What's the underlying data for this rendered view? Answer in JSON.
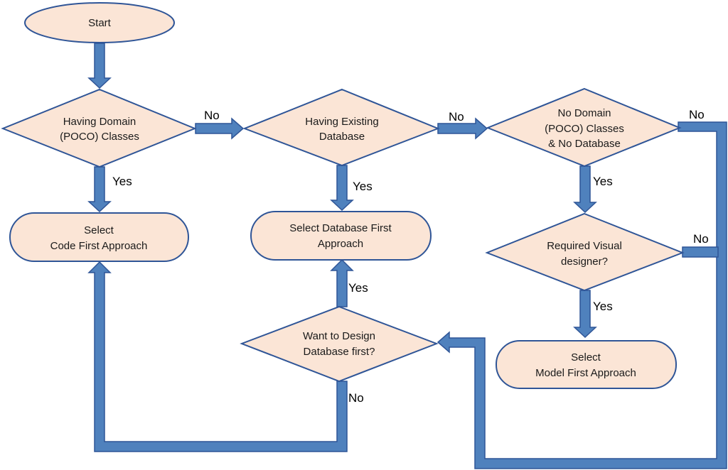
{
  "diagram": {
    "colors": {
      "node_fill": "#fbe5d6",
      "node_stroke": "#2f5597",
      "connector_fill": "#4f81bd",
      "connector_stroke": "#2f5597"
    },
    "nodes": {
      "start": {
        "kind": "terminator",
        "lines": [
          "Start"
        ]
      },
      "has_domain": {
        "kind": "decision",
        "lines": [
          "Having Domain",
          "(POCO) Classes"
        ]
      },
      "has_database": {
        "kind": "decision",
        "lines": [
          "Having Existing",
          "Database"
        ]
      },
      "no_domain_no_db": {
        "kind": "decision",
        "lines": [
          "No Domain",
          "(POCO) Classes",
          "& No Database"
        ]
      },
      "code_first": {
        "kind": "terminator",
        "lines": [
          "Select",
          "Code First Approach"
        ]
      },
      "database_first": {
        "kind": "terminator",
        "lines": [
          "Select Database First",
          "Approach"
        ]
      },
      "visual_designer": {
        "kind": "decision",
        "lines": [
          "Required Visual",
          "designer?"
        ]
      },
      "design_db_first": {
        "kind": "decision",
        "lines": [
          "Want to Design",
          "Database first?"
        ]
      },
      "model_first": {
        "kind": "terminator",
        "lines": [
          "Select",
          "Model First Approach"
        ]
      }
    },
    "edge_labels": {
      "domain_no": "No",
      "domain_yes": "Yes",
      "database_no": "No",
      "database_yes": "Yes",
      "nodomain_no": "No",
      "nodomain_yes": "Yes",
      "visual_no": "No",
      "visual_yes": "Yes",
      "design_yes": "Yes",
      "design_no": "No"
    }
  }
}
